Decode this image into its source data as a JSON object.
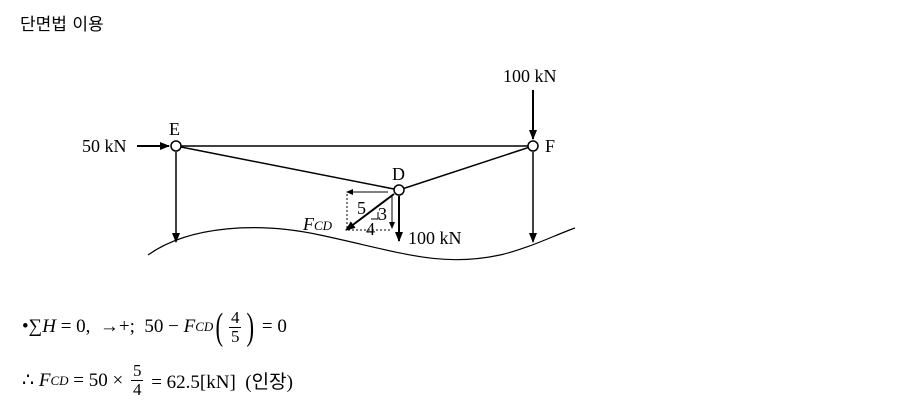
{
  "title": "단면법 이용",
  "diagram": {
    "load_top": "100 kN",
    "load_left": "50 kN",
    "load_d": "100 kN",
    "node_e": "E",
    "node_f": "F",
    "node_d": "D",
    "force_label": "F",
    "force_sub": "CD",
    "tri_hyp": "5",
    "tri_vert": "3",
    "tri_horiz": "4"
  },
  "equations": {
    "line1": {
      "bullet": "•",
      "sum": "∑",
      "var": "H",
      "rest": " = 0,  ",
      "dir": "→+",
      "semi": ";  50 − ",
      "f": "F",
      "fsub": "CD",
      "num": "4",
      "den": "5",
      "end": " = 0"
    },
    "line2": {
      "therefore": "∴ ",
      "f": "F",
      "fsub": "CD",
      "mid": " = 50 × ",
      "num": "5",
      "den": "4",
      "end": " = 62.5[kN]  (인장)"
    }
  }
}
